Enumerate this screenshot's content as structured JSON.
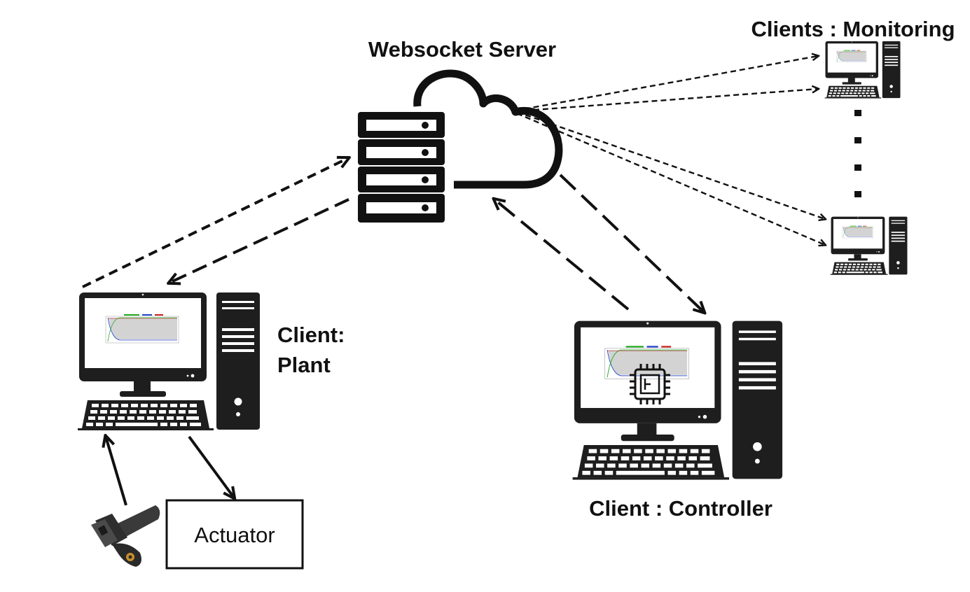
{
  "labels": {
    "server": "Websocket Server",
    "monitoring": "Clients : Monitoring",
    "plant_line1": "Client:",
    "plant_line2": "Plant",
    "controller": "Client : Controller",
    "actuator": "Actuator"
  },
  "icons": {
    "server": "server-rack-icon",
    "cloud": "cloud-icon",
    "workstation": "desktop-computer-icon",
    "chip": "microchip-icon",
    "sensor": "sensor-icon"
  },
  "colors": {
    "ink": "#111111",
    "chart_fill": "#d3d3d3",
    "chart_green": "#22aa22",
    "chart_blue": "#2244cc",
    "chart_red": "#cc2222",
    "sensor_body": "#3a3a3a",
    "sensor_brass": "#c8902a"
  }
}
